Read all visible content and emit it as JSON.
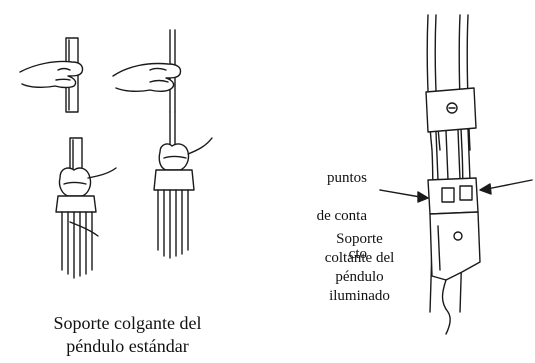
{
  "left_caption": {
    "line1": "Soporte colgante del",
    "line2": "péndulo estándar"
  },
  "right_labels": {
    "contact_line1": "puntos",
    "contact_line2": "de conta",
    "contact_line3": "cto",
    "holder_line1": "Soporte",
    "holder_line2": "coltante del",
    "holder_line3": "péndulo",
    "holder_line4": "iluminado"
  }
}
